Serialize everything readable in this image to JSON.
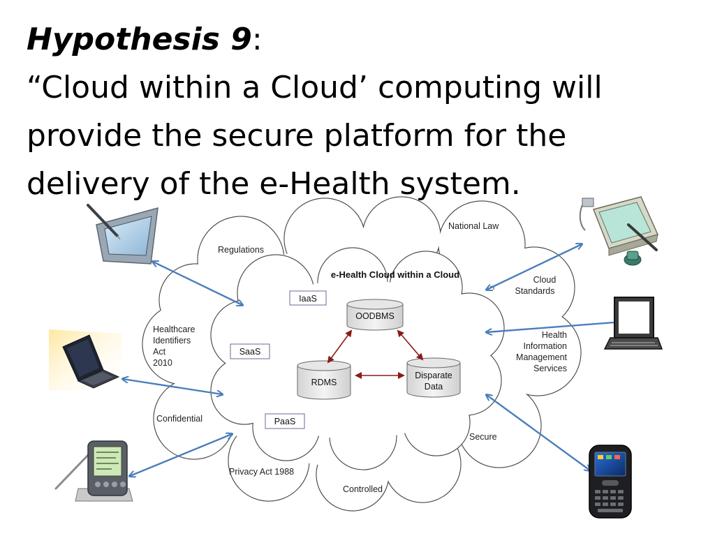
{
  "title": {
    "hypothesis": "Hypothesis 9",
    "colon": ":",
    "line1": "“Cloud within a Cloud’ computing will",
    "line2": "provide the secure platform for the",
    "line3": "delivery of the e-Health system."
  },
  "diagram": {
    "inner_cloud_title": "e-Health Cloud within a Cloud",
    "outer_labels": {
      "national_law": "National Law",
      "regulations": "Regulations",
      "cloud_standards": [
        "Cloud",
        "Standards"
      ],
      "healthcare_identifiers": [
        "Healthcare",
        "Identifiers",
        "Act",
        "2010"
      ],
      "health_information": [
        "Health",
        "Information",
        "Management",
        "Services"
      ],
      "confidential": "Confidential",
      "secure": "Secure",
      "privacy_act": "Privacy Act 1988",
      "controlled": "Controlled"
    },
    "services": {
      "iaas": "IaaS",
      "saas": "SaaS",
      "paas": "PaaS"
    },
    "databases": {
      "oodbms": "OODBMS",
      "rdms": "RDMS",
      "disparate": [
        "Disparate",
        "Data"
      ]
    },
    "colors": {
      "connector_arrow": "#4a7ebb",
      "db_arrow": "#8b1a1a",
      "cloud_stroke": "#444444"
    },
    "devices": [
      "tablet-icon",
      "laptop-icon",
      "pda-icon",
      "graphics-tablet-icon",
      "desktop-monitor-icon",
      "smartphone-icon"
    ]
  }
}
